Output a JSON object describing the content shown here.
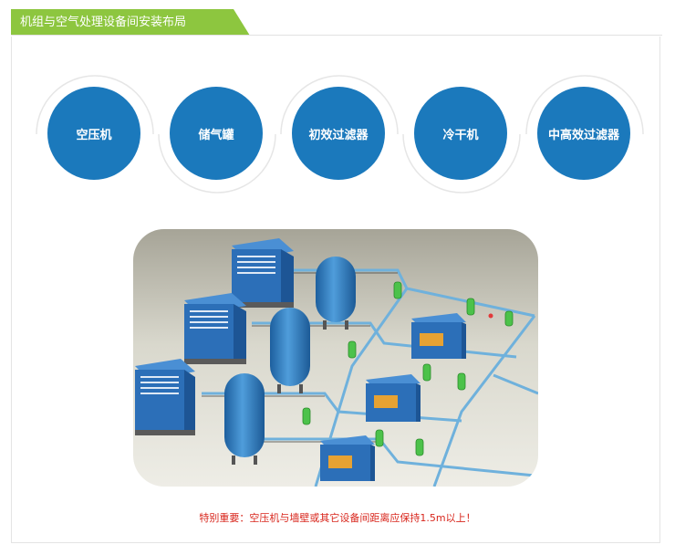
{
  "section": {
    "title": "机组与空气处理设备间安装布局"
  },
  "steps": [
    {
      "label": "空压机"
    },
    {
      "label": "储气罐"
    },
    {
      "label": "初效过滤器"
    },
    {
      "label": "冷干机"
    },
    {
      "label": "中高效过滤器"
    }
  ],
  "notice": {
    "text": "特别重要：空压机与墙壁或其它设备间距离应保持1.5m以上！"
  },
  "colors": {
    "accent_green": "#8dc63f",
    "circle_blue": "#1b79bc",
    "notice_red": "#d8261c"
  }
}
